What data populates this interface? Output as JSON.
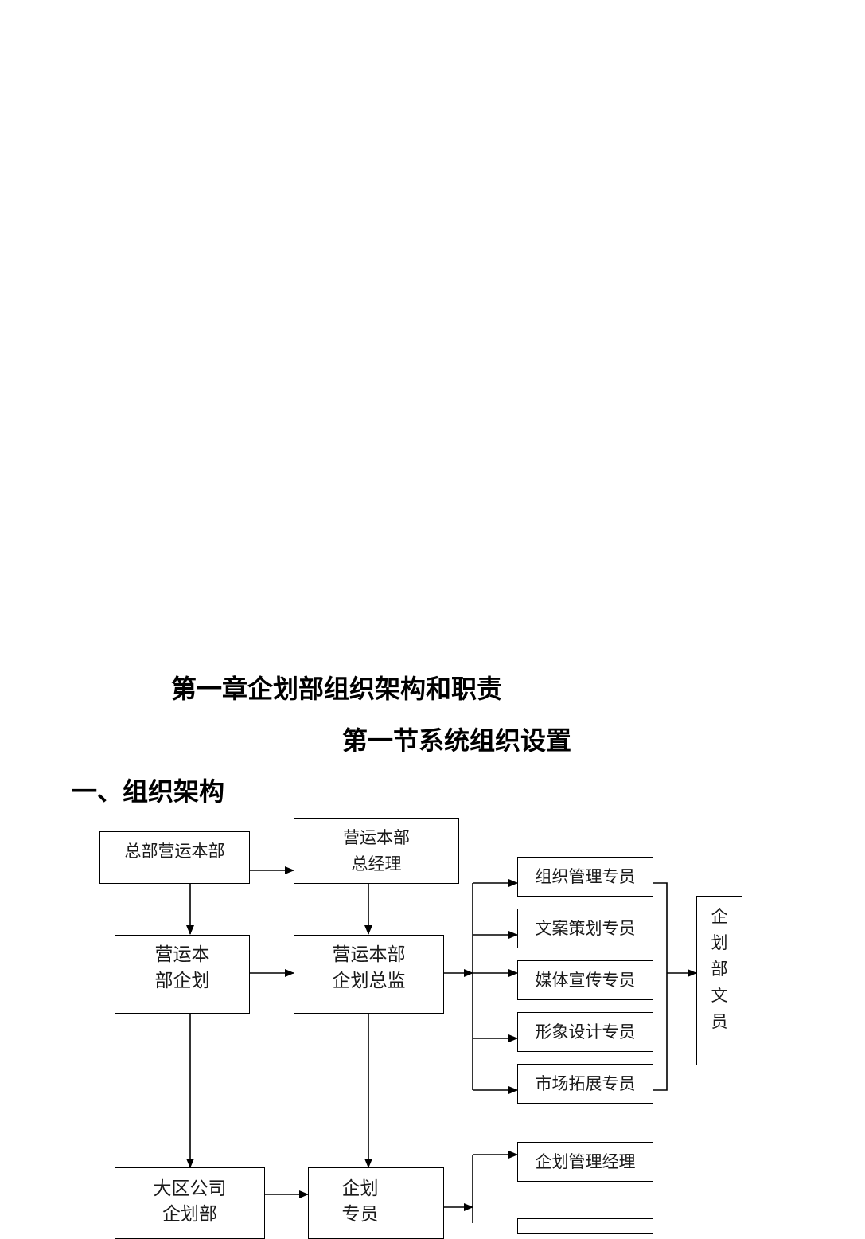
{
  "document": {
    "chapter_title": "第一章企划部组织架构和职责",
    "section_title": "第一节系统组织设置",
    "subsection_title": "一、组织架构"
  },
  "org_chart": {
    "hq_operations": "总部营运本部",
    "ops_gm": {
      "line1": "营运本部",
      "line2": "总经理"
    },
    "ops_planning": {
      "line1": "营运本",
      "line2": "部企划"
    },
    "planning_director": {
      "line1": "营运本部",
      "line2": "企划总监"
    },
    "specialists": [
      "组织管理专员",
      "文案策划专员",
      "媒体宣传专员",
      "形象设计专员",
      "市场拓展专员"
    ],
    "clerk": [
      "企",
      "划",
      "部",
      "文",
      "员"
    ],
    "region_planning": {
      "line1": "大区公司",
      "line2": "企划部"
    },
    "planning_specialist": {
      "line1": "企划",
      "line2": "专员"
    },
    "planning_manager": "企划管理经理"
  }
}
